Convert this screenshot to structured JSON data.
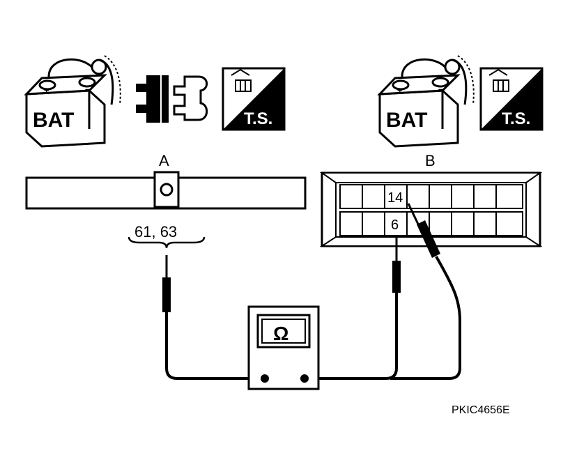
{
  "icons": {
    "battery_text": "BAT",
    "ts_text": "T.S."
  },
  "connector_a": {
    "label": "A",
    "terminals": "61, 63"
  },
  "connector_b": {
    "label": "B",
    "pin_top": "14",
    "pin_bottom": "6"
  },
  "meter": {
    "symbol": "Ω"
  },
  "reference_code": "PKIC4656E"
}
